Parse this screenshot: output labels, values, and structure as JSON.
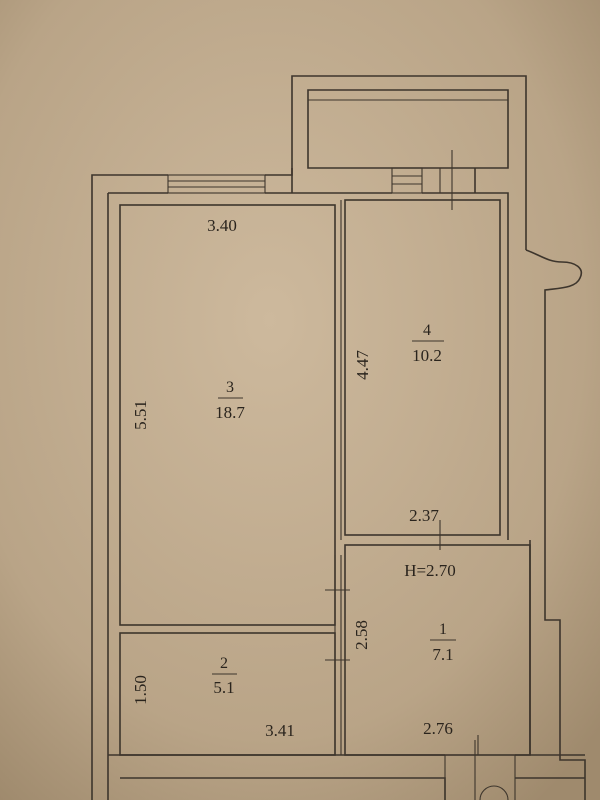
{
  "plan": {
    "height_label": "H=2.70",
    "rooms": [
      {
        "number": "3",
        "area": "18.7"
      },
      {
        "number": "4",
        "area": "10.2"
      },
      {
        "number": "2",
        "area": "5.1"
      },
      {
        "number": "1",
        "area": "7.1"
      }
    ],
    "dimensions": [
      {
        "value": "3.40"
      },
      {
        "value": "5.51"
      },
      {
        "value": "4.47"
      },
      {
        "value": "2.37"
      },
      {
        "value": "2.58"
      },
      {
        "value": "1.50"
      },
      {
        "value": "3.41"
      },
      {
        "value": "2.76"
      }
    ]
  },
  "colors": {
    "paper": "#b9a487",
    "ink": "#3d352c"
  }
}
